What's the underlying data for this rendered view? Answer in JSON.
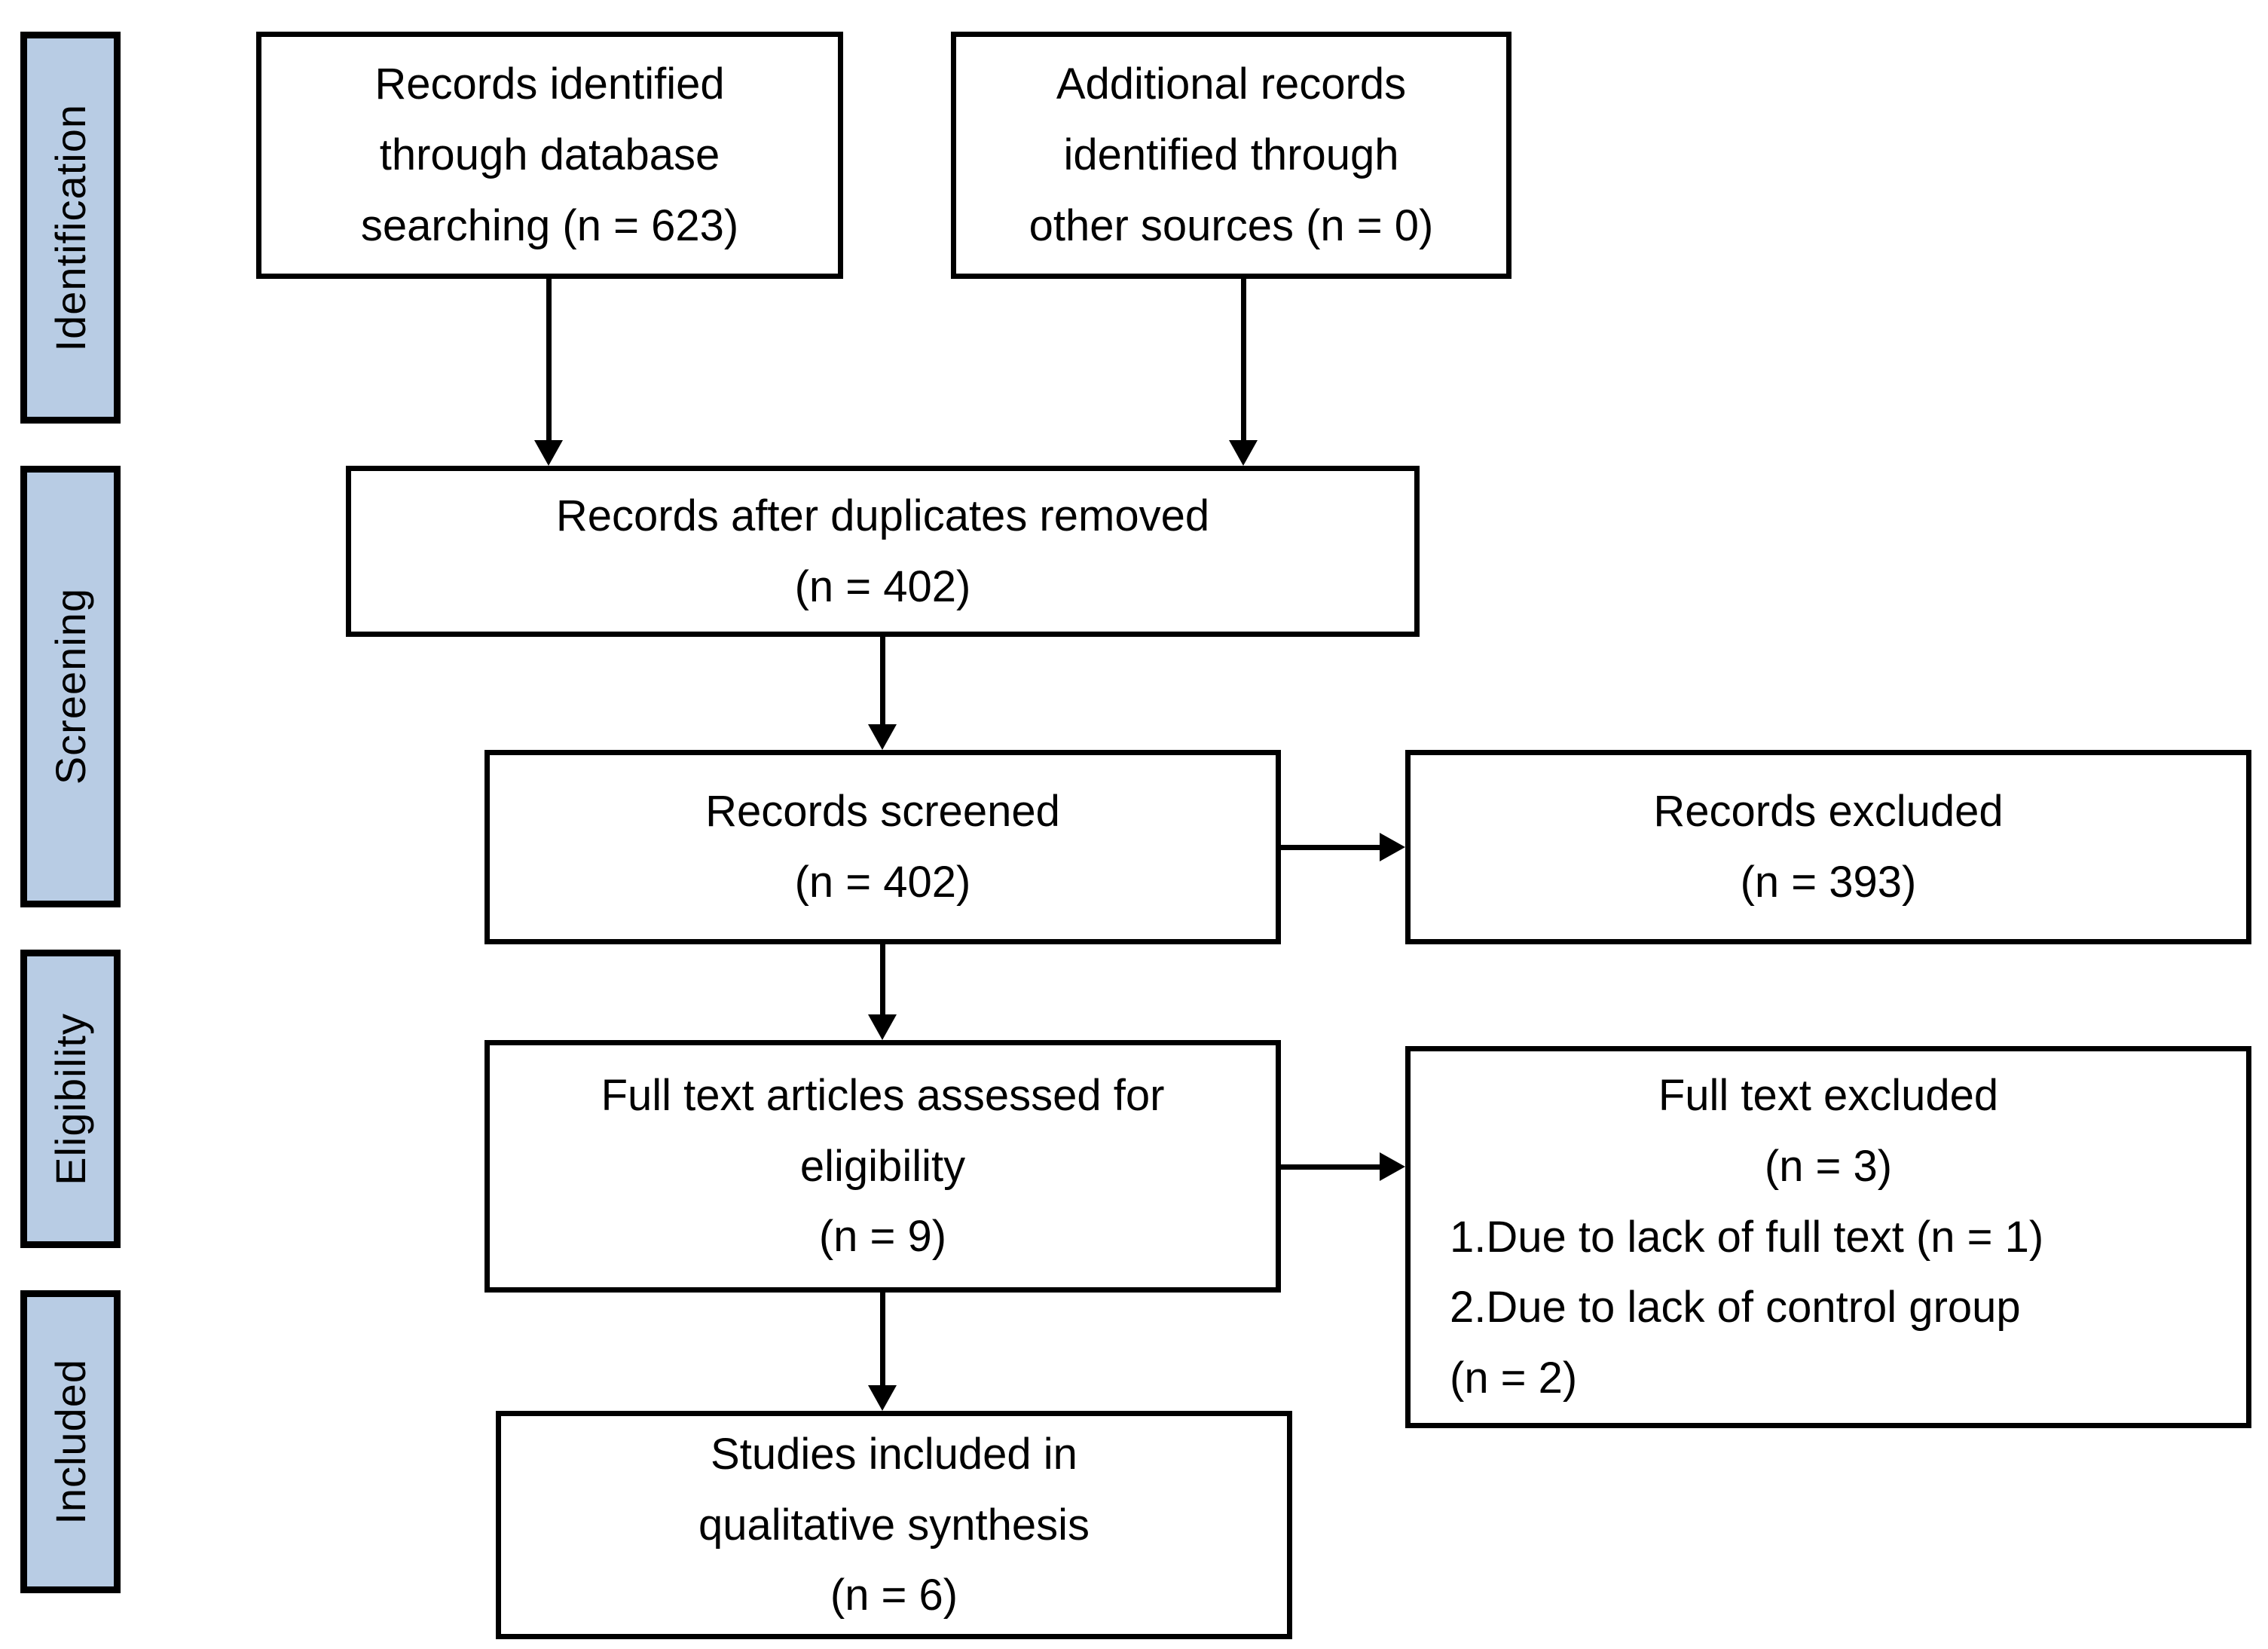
{
  "colors": {
    "stage_fill": "#b8cce4",
    "box_fill": "#ffffff",
    "border": "#000000",
    "text": "#000000"
  },
  "stages": [
    {
      "label": "Identification"
    },
    {
      "label": "Screening"
    },
    {
      "label": "Eligibility"
    },
    {
      "label": "Included"
    }
  ],
  "boxes": {
    "records_identified": {
      "text": "Records identified\nthrough database\nsearching (n = 623)"
    },
    "additional_records": {
      "text": "Additional records\nidentified through\nother sources (n = 0)"
    },
    "duplicates_removed": {
      "text": "Records after duplicates removed\n(n = 402)"
    },
    "records_screened": {
      "text": "Records screened\n(n = 402)"
    },
    "records_excluded": {
      "text": "Records excluded\n(n = 393)"
    },
    "full_text_assessed": {
      "text": "Full text articles assessed for\neligibility\n(n = 9)"
    },
    "full_text_excluded": {
      "heading": "Full text excluded\n(n = 3)",
      "reasons": "1.Due to lack of full text (n = 1)\n2.Due to lack of control group\n(n = 2)"
    },
    "studies_included": {
      "text": "Studies included in\nqualitative synthesis\n(n = 6)"
    }
  }
}
